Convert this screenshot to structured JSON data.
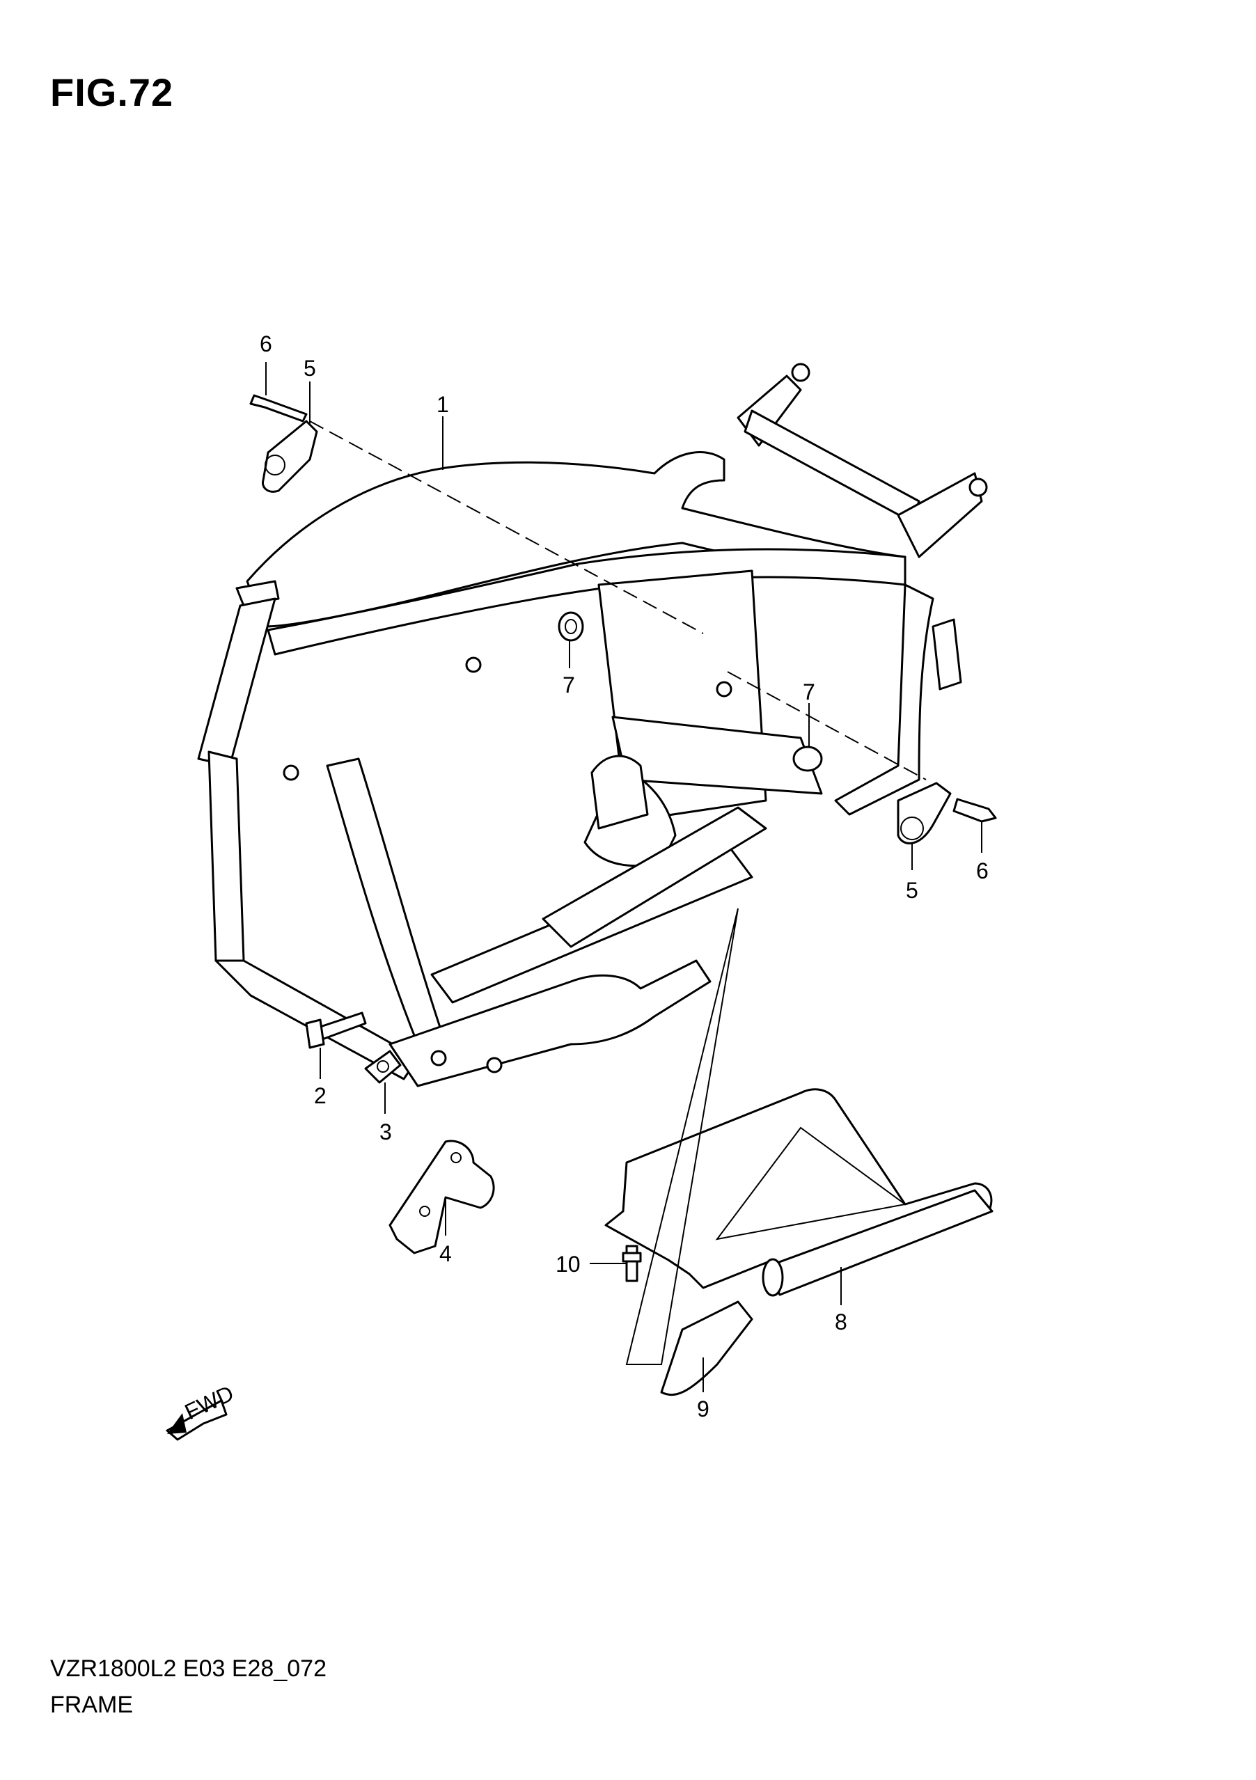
{
  "figure": {
    "title": "FIG.72"
  },
  "footer": {
    "code": "VZR1800L2 E03 E28_072",
    "name": "FRAME"
  },
  "fwd_arrow": {
    "label": "FWD"
  },
  "callouts": [
    {
      "id": "c6a",
      "label": "6"
    },
    {
      "id": "c5a",
      "label": "5"
    },
    {
      "id": "c1",
      "label": "1"
    },
    {
      "id": "c7a",
      "label": "7"
    },
    {
      "id": "c7b",
      "label": "7"
    },
    {
      "id": "c6b",
      "label": "6"
    },
    {
      "id": "c5b",
      "label": "5"
    },
    {
      "id": "c2",
      "label": "2"
    },
    {
      "id": "c3",
      "label": "3"
    },
    {
      "id": "c4",
      "label": "4"
    },
    {
      "id": "c10",
      "label": "10"
    },
    {
      "id": "c8",
      "label": "8"
    },
    {
      "id": "c9",
      "label": "9"
    }
  ]
}
